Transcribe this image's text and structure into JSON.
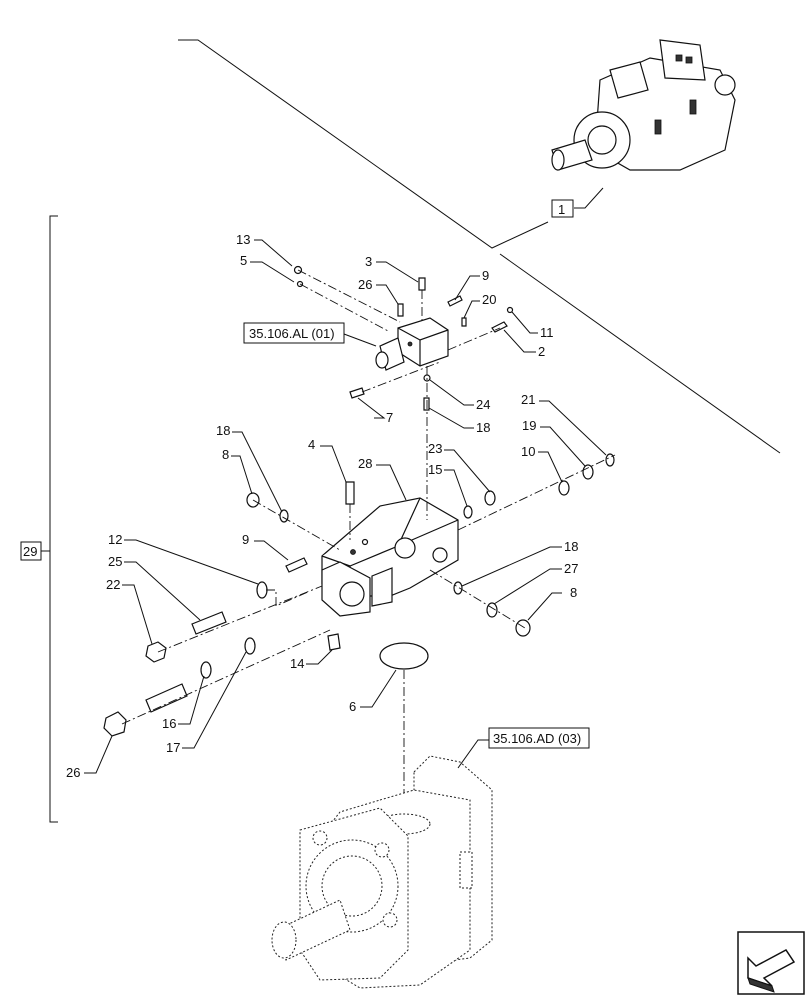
{
  "callouts": {
    "c1": "1",
    "c2": "2",
    "c3": "3",
    "c4": "4",
    "c5": "5",
    "c6": "6",
    "c7": "7",
    "c8a": "8",
    "c8b": "8",
    "c9a": "9",
    "c9b": "9",
    "c10": "10",
    "c11": "11",
    "c12": "12",
    "c13": "13",
    "c14": "14",
    "c15": "15",
    "c16": "16",
    "c17": "17",
    "c18a": "18",
    "c18b": "18",
    "c18c": "18",
    "c19": "19",
    "c20": "20",
    "c21": "21",
    "c22": "22",
    "c23": "23",
    "c24": "24",
    "c25": "25",
    "c26a": "26",
    "c26b": "26",
    "c27": "27",
    "c28": "28",
    "c29": "29"
  },
  "references": {
    "ref_al": "35.106.AL (01)",
    "ref_ad": "35.106.AD (03)"
  }
}
